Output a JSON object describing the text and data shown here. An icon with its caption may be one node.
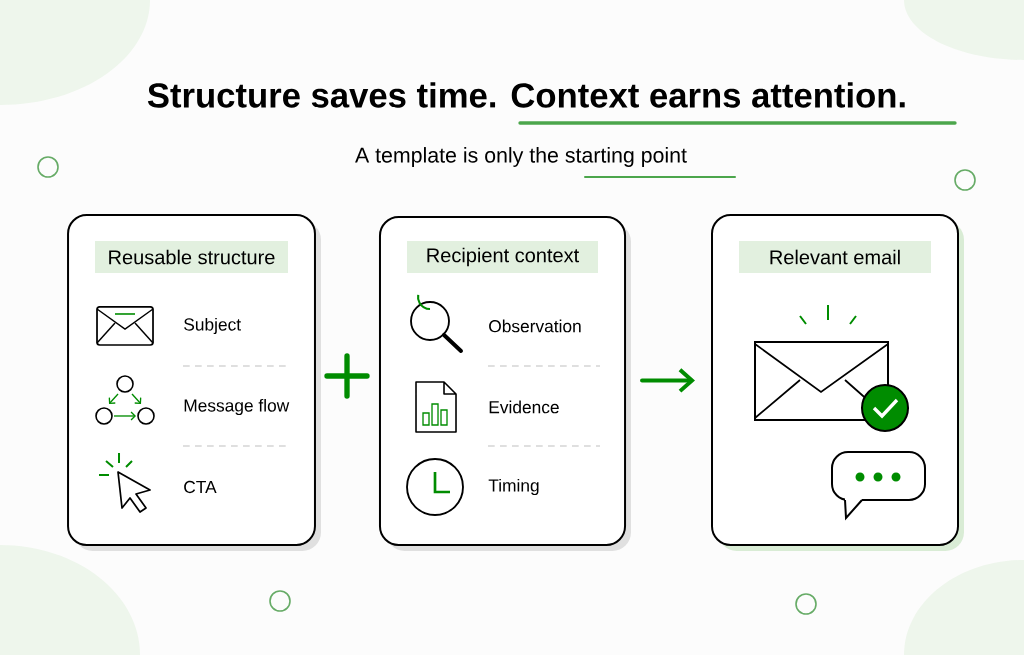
{
  "diagram": {
    "title": "Structure saves time. Context earns attention.",
    "nodes": [
      {
        "text": [
          "Reusable structure",
          "Subject",
          "Message flow",
          "CTA"
        ]
      },
      {
        "text": [
          "Recipient context",
          "Observation",
          "Evidence",
          "Timing"
        ]
      },
      {
        "text": [
          "Relevant email"
        ]
      }
    ],
    "edges": [
      {
        "from": 1,
        "to": 2,
        "arrow": "to"
      }
    ],
    "labels": [
      "A template is only the starting point"
    ]
  }
}
